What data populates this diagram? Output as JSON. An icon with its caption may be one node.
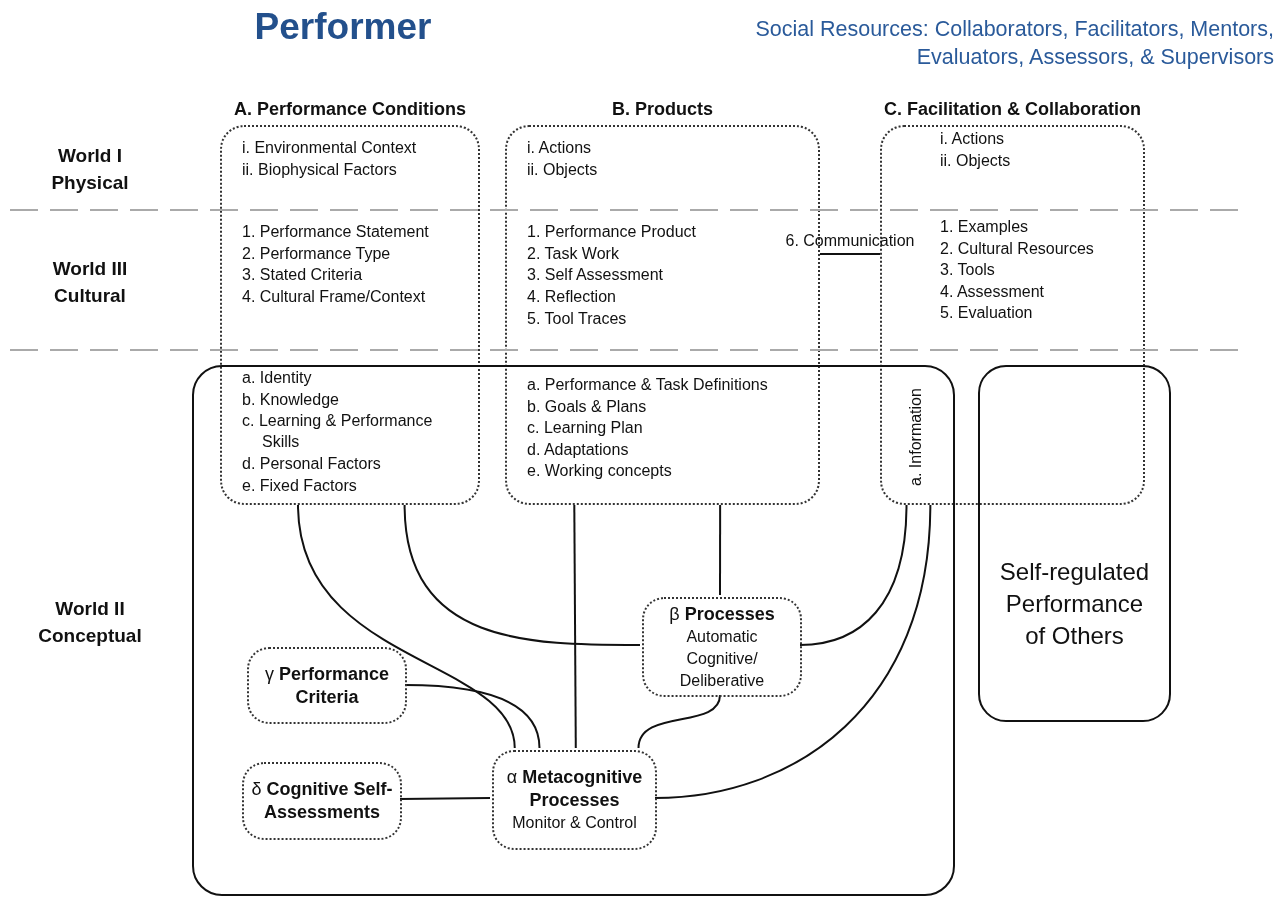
{
  "diagram": {
    "title": "Performer",
    "nodes": [
      {
        "text": [
          "A. Performance Conditions",
          "i. Environmental Context",
          "ii. Biophysical Factors",
          "1. Performance Statement",
          "2. Performance Type",
          "3. Stated Criteria",
          "4. Cultural Frame/Context",
          "a. Identity",
          "b. Knowledge",
          "c. Learning & Performance Skills",
          "d. Personal Factors",
          "e. Fixed Factors"
        ]
      },
      {
        "text": [
          "B. Products",
          "i. Actions",
          "ii. Objects",
          "1. Performance Product",
          "2. Task Work",
          "3. Self Assessment",
          "4. Reflection",
          "5. Tool Traces",
          "a. Performance & Task Definitions",
          "b. Goals & Plans",
          "c. Learning Plan",
          "d. Adaptations",
          "e. Working concepts"
        ]
      },
      {
        "text": [
          "C. Facilitation & Collaboration",
          "i. Actions",
          "ii. Objects",
          "1. Examples",
          "2. Cultural Resources",
          "3. Tools",
          "4. Assessment",
          "5. Evaluation",
          "a. Information"
        ]
      },
      {
        "text": [],
        "shape": "box"
      },
      {
        "text": [
          "Self-regulated Performance of Others"
        ]
      },
      {
        "text": [
          "β **Processes**",
          "Automatic Cognitive/ Deliberative"
        ],
        "in": 3
      },
      {
        "text": [
          "γ **Performance Criteria**"
        ],
        "in": 3
      },
      {
        "text": [
          "δ **Cognitive Self-Assessments**"
        ],
        "in": 3
      },
      {
        "text": [
          "α **Metacognitive Processes**",
          "Monitor & Control"
        ],
        "in": 3
      }
    ],
    "edges": [
      {
        "from": 0,
        "to": 8,
        "arrow": "none"
      },
      {
        "from": 0,
        "to": 5,
        "arrow": "none"
      },
      {
        "from": 1,
        "to": 8,
        "arrow": "none"
      },
      {
        "from": 1,
        "to": 5,
        "arrow": "none"
      },
      {
        "from": 2,
        "to": 5,
        "arrow": "none"
      },
      {
        "from": 2,
        "to": 8,
        "arrow": "none"
      },
      {
        "from": 6,
        "to": 8,
        "arrow": "none"
      },
      {
        "from": 7,
        "to": 8,
        "arrow": "none"
      },
      {
        "from": 5,
        "to": 8,
        "arrow": "none"
      },
      {
        "from": 1,
        "to": 2,
        "arrow": "none",
        "label": "6. Communication"
      }
    ],
    "labels": [
      "Social Resources: Collaborators, Facilitators, Mentors, Evaluators, Assessors, & Supervisors",
      "World I Physical",
      "World III Cultural",
      "World II Conceptual"
    ]
  }
}
